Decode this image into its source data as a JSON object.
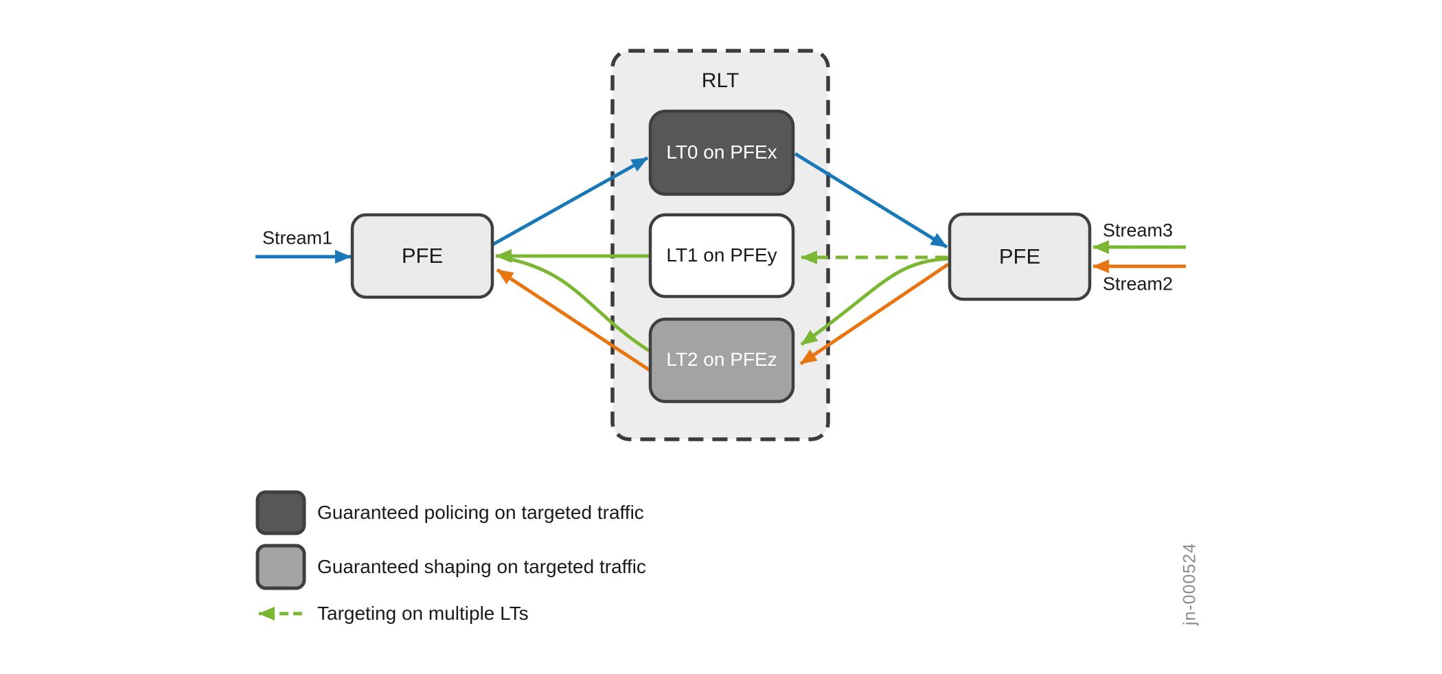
{
  "diagram": {
    "rlt_label": "RLT",
    "nodes": {
      "lt0_label": "LT0 on PFEx",
      "lt1_label": "LT1 on PFEy",
      "lt2_label": "LT2 on PFEz",
      "pfe_left_label": "PFE",
      "pfe_right_label": "PFE"
    },
    "streams": {
      "stream1_label": "Stream1",
      "stream2_label": "Stream2",
      "stream3_label": "Stream3"
    },
    "figure_id": "jn-000524"
  },
  "legend": {
    "items": [
      {
        "swatch": "dark-gray-rounded-box",
        "label": "Guaranteed policing on targeted traffic"
      },
      {
        "swatch": "light-gray-rounded-box",
        "label": "Guaranteed shaping on targeted traffic"
      },
      {
        "swatch": "green-dashed-left-arrow",
        "label": "Targeting on multiple LTs"
      }
    ]
  },
  "colors": {
    "stream1_blue": "#1878b8",
    "stream3_green": "#7cb733",
    "stream2_orange": "#e8750f",
    "policing_dark_gray": "#575757",
    "shaping_gray": "#a3a3a3",
    "pfe_fill": "#ebebeb",
    "rlt_fill": "#ededed",
    "outline_gray": "#3f3f3f",
    "text_black": "#1a1a1a",
    "figure_id_gray": "#8a8a8a"
  }
}
